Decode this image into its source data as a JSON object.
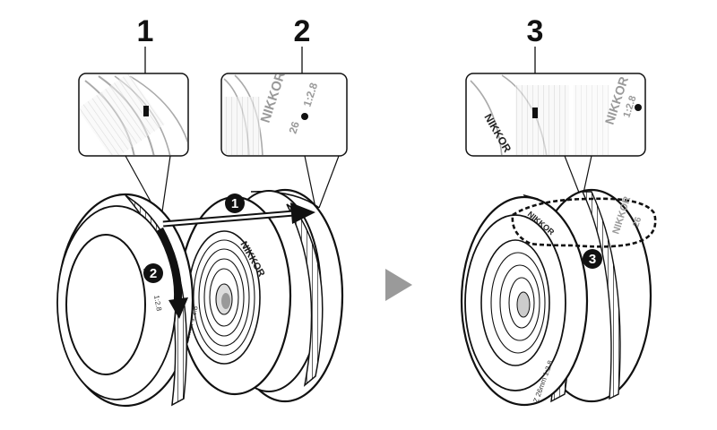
{
  "callouts": {
    "c1": "1",
    "c2": "2",
    "c3": "3"
  },
  "steps": {
    "s1": "1",
    "s2": "2",
    "s3": "3"
  },
  "engraving": {
    "brand": "NIKKOR",
    "focal": "26",
    "aperture": "1:2.8",
    "lens_name": "Z 26mm 1:2.8",
    "cap_code": "Z"
  },
  "colors": {
    "ink": "#111111",
    "grey": "#9a9a9a",
    "accent": "#222222"
  }
}
